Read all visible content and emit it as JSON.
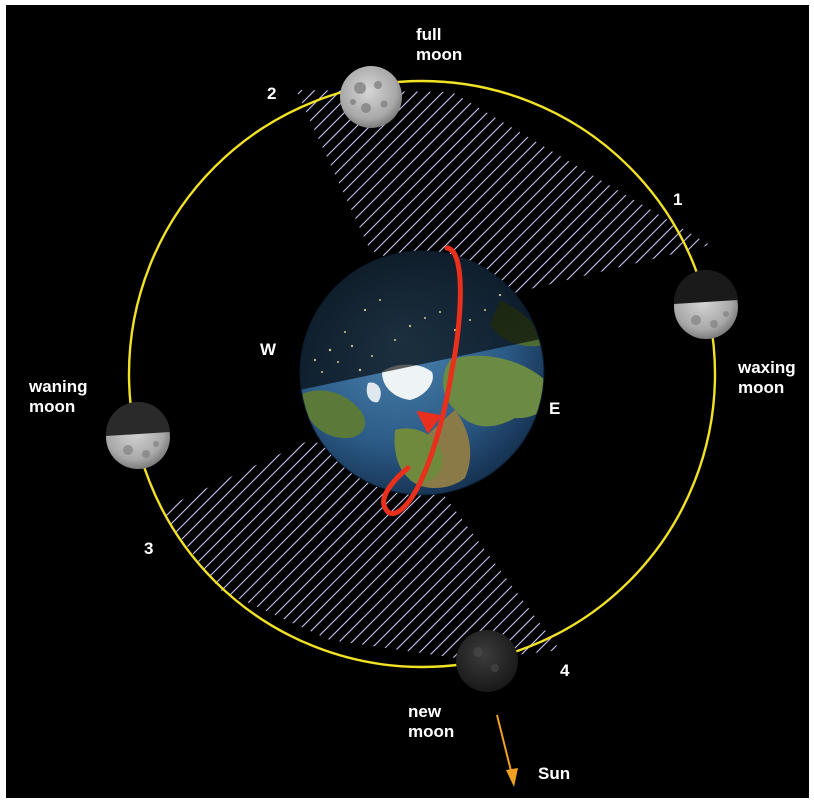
{
  "colors": {
    "background": "#000000",
    "frame": "#ffffff",
    "orbit": "#f2e226",
    "hatch": "#c9c4f2",
    "rotation_arrow": "#e8301c",
    "sun_arrow": "#f0a020",
    "label_text": "#ffffff"
  },
  "labels": {
    "full_moon": [
      "full",
      "moon"
    ],
    "waxing_moon": [
      "waxing",
      "moon"
    ],
    "waning_moon": [
      "waning",
      "moon"
    ],
    "new_moon": [
      "new",
      "moon"
    ],
    "sun": "Sun",
    "west": "W",
    "east": "E",
    "position_1": "1",
    "position_2": "2",
    "position_3": "3",
    "position_4": "4"
  },
  "icons": {
    "earth": "earth-globe-icon",
    "moon": "moon-icon",
    "rotation": "rotation-arrow-icon",
    "sun_direction": "sun-direction-arrow-icon"
  }
}
